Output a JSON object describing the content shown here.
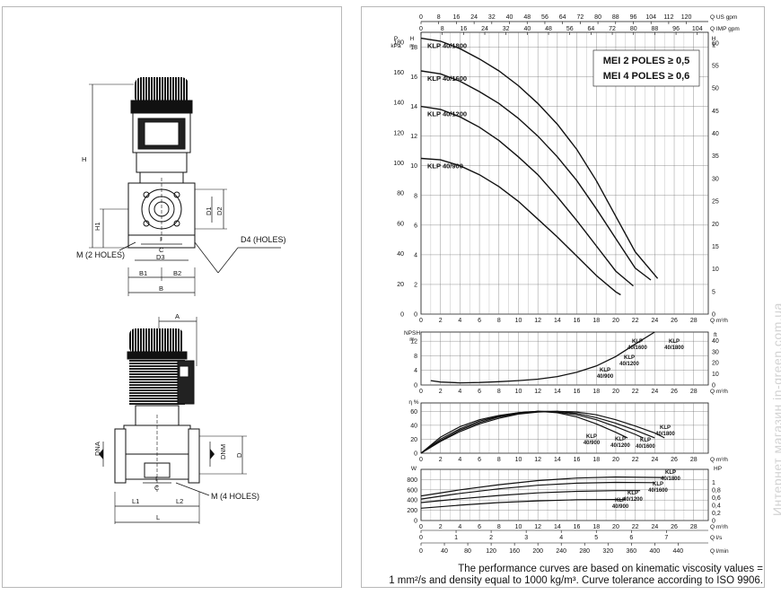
{
  "drawing": {
    "side_view": {
      "labels": {
        "H": "H",
        "H1": "H1",
        "D1": "D1",
        "D2": "D2",
        "I": "I",
        "C": "C",
        "D3": "D3",
        "B1": "B1",
        "B2": "B2",
        "B": "B",
        "M": "M (2 HOLES)",
        "D4": "D4 (HOLES)"
      }
    },
    "front_view": {
      "labels": {
        "A": "A",
        "DNA": "DNA",
        "DNM": "DNM",
        "D": "D",
        "L1": "L1",
        "L2": "L2",
        "L": "L",
        "C": "C",
        "I": "I",
        "M": "M (4 HOLES)"
      }
    }
  },
  "mei_labels": [
    "MEI 2 POLES ≥ 0,5",
    "MEI 4 POLES ≥ 0,6"
  ],
  "footer": [
    "The performance curves are based on kinematic viscosity values =",
    "1 mm²/s and density equal to 1000 kg/m³. Curve tolerance according to ISO 9906."
  ],
  "watermark": "Интернет магазин in-green.com.ua",
  "chart_data": [
    {
      "type": "line",
      "title": "",
      "axes": {
        "x": {
          "label": "Q m³/h",
          "ticks": [
            0,
            2,
            4,
            6,
            8,
            10,
            12,
            14,
            16,
            18,
            20,
            22,
            24,
            26,
            28
          ],
          "range": [
            0,
            29.5
          ]
        },
        "x_top_us": {
          "label": "Q US gpm",
          "ticks": [
            0,
            8,
            16,
            24,
            32,
            40,
            48,
            56,
            64,
            72,
            80,
            88,
            96,
            104,
            112,
            120
          ]
        },
        "x_top_imp": {
          "label": "Q IMP gpm",
          "ticks": [
            0,
            8,
            16,
            24,
            32,
            40,
            48,
            56,
            64,
            72,
            80,
            88,
            96,
            104
          ]
        },
        "y_left_kpa": {
          "label": "P kPa",
          "ticks": [
            0,
            20,
            40,
            60,
            80,
            100,
            120,
            140,
            160,
            180
          ]
        },
        "y_left_m": {
          "label": "H m",
          "ticks": [
            0,
            2,
            4,
            6,
            8,
            10,
            12,
            14,
            16,
            18
          ],
          "range": [
            0,
            19
          ]
        },
        "y_right_ft": {
          "label": "H ft",
          "ticks": [
            0,
            5,
            10,
            15,
            20,
            25,
            30,
            35,
            40,
            45,
            50,
            55,
            60
          ]
        }
      },
      "grid": true,
      "series": [
        {
          "name": "KLP 40/1800",
          "x": [
            0,
            2,
            4,
            6,
            8,
            10,
            12,
            14,
            16,
            18,
            20,
            22,
            24.3
          ],
          "y": [
            18.6,
            18.4,
            17.9,
            17.2,
            16.4,
            15.4,
            14.2,
            12.8,
            11.1,
            9.0,
            6.6,
            4.2,
            2.4
          ]
        },
        {
          "name": "KLP 40/1600",
          "x": [
            0,
            2,
            4,
            6,
            8,
            10,
            12,
            14,
            16,
            18,
            20,
            22,
            23.6
          ],
          "y": [
            16.4,
            16.2,
            15.7,
            15.0,
            14.2,
            13.2,
            12.0,
            10.6,
            9.0,
            7.1,
            5.1,
            3.1,
            2.3
          ]
        },
        {
          "name": "KLP 40/1200",
          "x": [
            0,
            2,
            4,
            6,
            8,
            10,
            12,
            14,
            16,
            18,
            20,
            21.8
          ],
          "y": [
            14.0,
            13.8,
            13.3,
            12.6,
            11.7,
            10.6,
            9.4,
            7.9,
            6.3,
            4.6,
            2.9,
            1.9
          ]
        },
        {
          "name": "KLP 40/900",
          "x": [
            0,
            2,
            4,
            6,
            8,
            10,
            12,
            14,
            16,
            18,
            20,
            20.5
          ],
          "y": [
            10.5,
            10.4,
            10.0,
            9.4,
            8.6,
            7.6,
            6.4,
            5.2,
            3.9,
            2.6,
            1.5,
            1.3
          ]
        }
      ]
    },
    {
      "type": "line",
      "axes": {
        "x": {
          "label": "Q m³/h",
          "ticks": [
            0,
            2,
            4,
            6,
            8,
            10,
            12,
            14,
            16,
            18,
            20,
            22,
            24,
            26,
            28
          ]
        },
        "y_left": {
          "label": "NPSH m",
          "ticks": [
            0,
            4,
            8,
            12
          ],
          "range": [
            0,
            14.5
          ]
        },
        "y_right": {
          "label": "ft",
          "ticks": [
            0,
            10,
            20,
            30,
            40
          ]
        }
      },
      "grid": true,
      "series": [
        {
          "name": "KLP 40/900 - 40/1800",
          "x": [
            1,
            2,
            4,
            6,
            8,
            10,
            12,
            14,
            16,
            18,
            20,
            22,
            24
          ],
          "y": [
            1.2,
            0.8,
            0.6,
            0.7,
            0.9,
            1.2,
            1.6,
            2.3,
            3.5,
            5.2,
            7.8,
            11.2,
            14.5
          ]
        }
      ],
      "annotations": [
        "KLP 40/900",
        "KLP 40/1200",
        "KLP 40/1600",
        "KLP 40/1800"
      ]
    },
    {
      "type": "line",
      "axes": {
        "x": {
          "label": "Q m³/h",
          "ticks": [
            0,
            2,
            4,
            6,
            8,
            10,
            12,
            14,
            16,
            18,
            20,
            22,
            24,
            26,
            28
          ]
        },
        "y": {
          "label": "η %",
          "ticks": [
            0,
            20,
            40,
            60
          ],
          "range": [
            0,
            72
          ]
        }
      },
      "grid": true,
      "series": [
        {
          "name": "KLP 40/900",
          "x": [
            0,
            2,
            4,
            6,
            8,
            10,
            12,
            14,
            16,
            18,
            20,
            21.2
          ],
          "y": [
            0,
            23,
            38,
            48,
            54,
            58,
            60,
            58,
            52,
            42,
            30,
            22
          ]
        },
        {
          "name": "KLP 40/1200",
          "x": [
            0,
            2,
            4,
            6,
            8,
            10,
            12,
            14,
            16,
            18,
            20,
            22,
            22.8
          ],
          "y": [
            0,
            20,
            35,
            46,
            53,
            58,
            60,
            59,
            55,
            48,
            38,
            27,
            22
          ]
        },
        {
          "name": "KLP 40/1600",
          "x": [
            0,
            2,
            4,
            6,
            8,
            10,
            12,
            14,
            16,
            18,
            20,
            22,
            24
          ],
          "y": [
            0,
            18,
            33,
            44,
            52,
            57,
            60,
            60,
            57,
            51,
            43,
            33,
            22
          ]
        },
        {
          "name": "KLP 40/1800",
          "x": [
            0,
            2,
            4,
            6,
            8,
            10,
            12,
            14,
            16,
            18,
            20,
            22,
            24,
            25
          ],
          "y": [
            0,
            17,
            31,
            42,
            50,
            56,
            59,
            60,
            59,
            55,
            48,
            39,
            29,
            22
          ]
        }
      ]
    },
    {
      "type": "line",
      "axes": {
        "x": {
          "label": "Q m³/h",
          "ticks": [
            0,
            2,
            4,
            6,
            8,
            10,
            12,
            14,
            16,
            18,
            20,
            22,
            24,
            26,
            28
          ]
        },
        "x2": {
          "label": "Q l/s",
          "ticks": [
            0,
            1,
            2,
            3,
            4,
            5,
            6,
            7
          ]
        },
        "x3": {
          "label": "Q l/min",
          "ticks": [
            0,
            40,
            80,
            120,
            160,
            200,
            240,
            280,
            320,
            360,
            400,
            440
          ]
        },
        "y_left": {
          "label": "W",
          "ticks": [
            0,
            200,
            400,
            600,
            800
          ],
          "range": [
            0,
            1000
          ]
        },
        "y_right": {
          "label": "HP",
          "ticks": [
            0,
            0.2,
            0.4,
            0.6,
            0.8,
            1
          ]
        }
      },
      "grid": true,
      "series": [
        {
          "name": "KLP 40/900",
          "x": [
            0,
            4,
            8,
            12,
            16,
            20,
            21
          ],
          "y": [
            240,
            300,
            350,
            385,
            405,
            410,
            410
          ]
        },
        {
          "name": "KLP 40/1200",
          "x": [
            0,
            4,
            8,
            12,
            16,
            20,
            22.5
          ],
          "y": [
            350,
            425,
            490,
            540,
            570,
            585,
            585
          ]
        },
        {
          "name": "KLP 40/1600",
          "x": [
            0,
            4,
            8,
            12,
            16,
            20,
            24
          ],
          "y": [
            420,
            530,
            620,
            690,
            730,
            745,
            740
          ]
        },
        {
          "name": "KLP 40/1800",
          "x": [
            0,
            4,
            8,
            12,
            16,
            20,
            25
          ],
          "y": [
            480,
            600,
            700,
            780,
            830,
            850,
            840
          ]
        }
      ]
    }
  ]
}
